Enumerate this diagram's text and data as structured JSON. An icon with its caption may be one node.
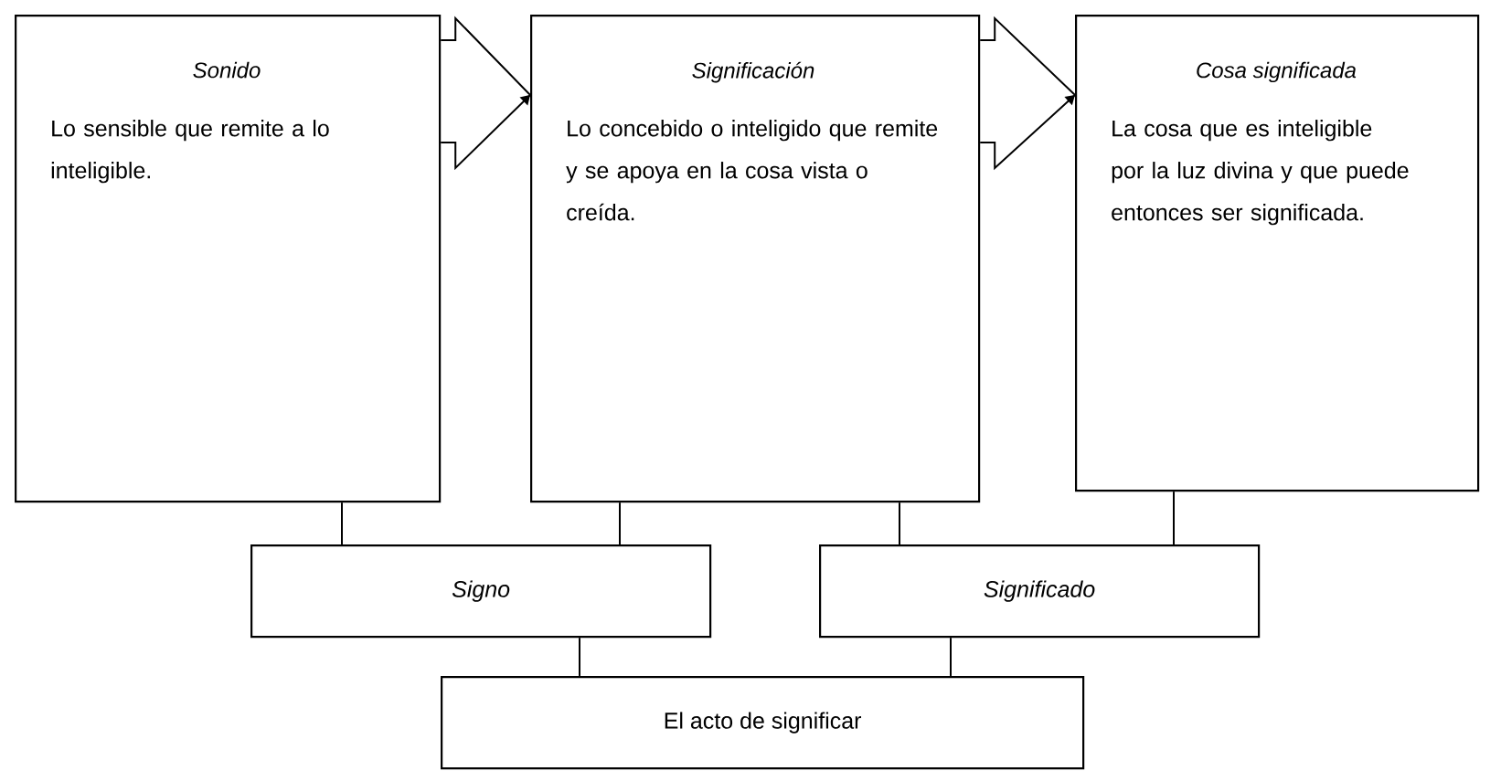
{
  "diagram": {
    "nodes": [
      {
        "text": [
          "Sonido",
          "Lo sensible que remite a lo inteligible."
        ]
      },
      {
        "text": [
          "Significación",
          "Lo concebido o inteligido que remite y se apoya en la cosa vista o creída."
        ]
      },
      {
        "text": [
          "Cosa significada",
          "La cosa que es inteligible por la luz divina y que puede entonces ser significada."
        ]
      },
      {
        "text": [
          "Signo"
        ]
      },
      {
        "text": [
          "Significado"
        ]
      },
      {
        "text": [
          "El acto de significar"
        ]
      }
    ],
    "edges": [
      {
        "from": 0,
        "to": 1,
        "arrow": "to"
      },
      {
        "from": 1,
        "to": 2,
        "arrow": "to"
      },
      {
        "from": 0,
        "to": 3,
        "arrow": "none"
      },
      {
        "from": 1,
        "to": 3,
        "arrow": "none"
      },
      {
        "from": 1,
        "to": 4,
        "arrow": "none"
      },
      {
        "from": 2,
        "to": 4,
        "arrow": "none"
      },
      {
        "from": 3,
        "to": 5,
        "arrow": "none"
      },
      {
        "from": 4,
        "to": 5,
        "arrow": "none"
      }
    ]
  }
}
